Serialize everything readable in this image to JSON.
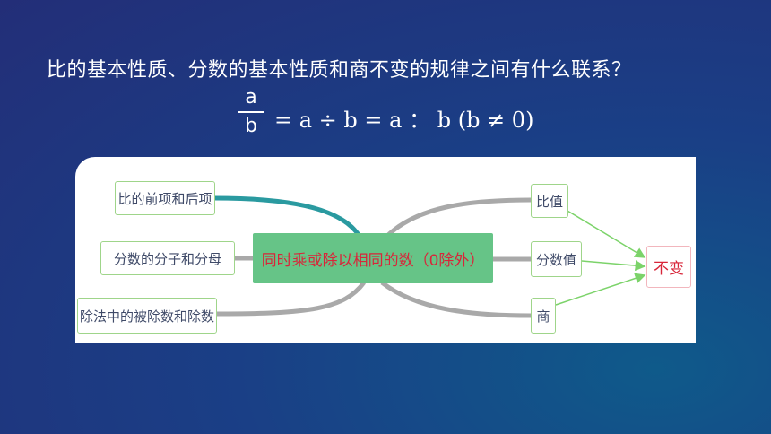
{
  "question": "比的基本性质、分数的基本性质和商不变的规律之间有什么联系？",
  "formula": {
    "numerator": "a",
    "denominator": "b",
    "rest": "= a ÷ b = a ： b (b ≠ 0)"
  },
  "mindmap": {
    "left_nodes": [
      "比的前项和后项",
      "分数的分子和分母",
      "除法中的被除数和除数"
    ],
    "center": "同时乘或除以相同的数（0除外）",
    "right_nodes": [
      "比值",
      "分数值",
      "商"
    ],
    "result": "不变"
  },
  "colors": {
    "center_fill": "#66c487",
    "accent_red": "#d8263a",
    "branch_teal": "#2a9aa0",
    "branch_gray": "#a9a9a9",
    "arrow_green": "#7cd36a"
  }
}
